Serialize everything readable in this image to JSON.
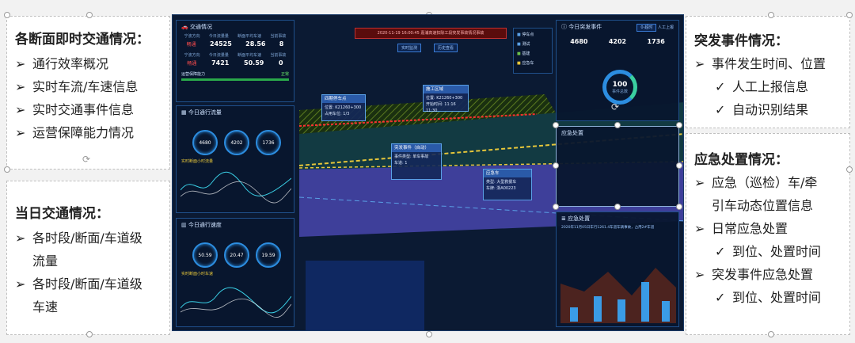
{
  "left_panel_1": {
    "title": "各断面即时交通情况：",
    "items": [
      "通行效率概况",
      "实时车流/车速信息",
      "实时交通事件信息",
      "运营保障能力情况"
    ],
    "marker": "➢"
  },
  "left_panel_2": {
    "title": "当日交通情况：",
    "items": [
      "各时段/断面/车道级",
      "流量",
      "各时段/断面/车道级",
      "车速"
    ],
    "marker": "➢"
  },
  "right_panel_1": {
    "title": "突发事件情况：",
    "item": "事件发生时间、位置",
    "subs": [
      "人工上报信息",
      "自动识别结果"
    ],
    "marker": "➢",
    "check": "✓"
  },
  "right_panel_2": {
    "title": "应急处置情况：",
    "items": [
      {
        "text": "应急（巡检）车/牵",
        "type": "main"
      },
      {
        "text": "引车动态位置信息",
        "type": "cont"
      },
      {
        "text": "日常应急处置",
        "type": "main"
      },
      {
        "text": "到位、处置时间",
        "type": "sub"
      },
      {
        "text": "突发事件应急处置",
        "type": "main"
      },
      {
        "text": "到位、处置时间",
        "type": "sub"
      }
    ],
    "marker": "➢",
    "check": "✓"
  },
  "dashboard": {
    "alert_banner": "2020-11-19 16:00:45 嘉浦高速扣除工段突发事故情况事故",
    "btn_realtime": "实时监测",
    "btn_history": "历史查看",
    "legend": [
      "停车点",
      "测试",
      "基建",
      "应急车"
    ],
    "traffic": {
      "title": "交通情况",
      "col_labels": [
        "宁波方向",
        "今日流量量",
        "断面平均车速",
        "当前事故"
      ],
      "row1": {
        "dir": "畅通",
        "flow": "24525",
        "speed": "28.56",
        "events": "8"
      },
      "row2": {
        "dir": "畅通",
        "flow": "7421",
        "speed": "50.59",
        "events": "0"
      },
      "ops_label": "运营保障能力",
      "ops_status": "正常"
    },
    "flow_card": {
      "title": "今日通行流量",
      "rings": [
        "4680",
        "4202",
        "1736"
      ],
      "subtitle": "实时断面小时流量"
    },
    "speed_card": {
      "title": "今日通行速度",
      "rings": [
        "50.59",
        "20.47",
        "19.59"
      ],
      "subtitle": "实时断面小时车速"
    },
    "incident_card": {
      "title": "今日突发事件",
      "stats": [
        "4680",
        "4202",
        "1736"
      ],
      "gauge_value": "100",
      "gauge_label": "事件总数",
      "tab1": "0-超时",
      "tab2": "人工上报"
    },
    "dispatch_card": {
      "title": "应急处置"
    },
    "emergency_card": {
      "title": "应急处置",
      "note": "2020年11月05日车行1261.4车道车辆事故，占用2#车道"
    },
    "popups": [
      {
        "title": "四期停车点",
        "l1": "位置: K21260+300",
        "l2": "占用车位: 1/3"
      },
      {
        "title": "施工区域",
        "l1": "位置: K21260+300",
        "l2": "开始时间: 11:16 11:30"
      },
      {
        "title": "突发事件（自动）",
        "l1": "事件类型: 单车事故",
        "l2": "车道: 1"
      },
      {
        "title": "应急车",
        "l1": "类型: 大型救援车",
        "l2": "车牌: 浙A00223"
      }
    ]
  }
}
